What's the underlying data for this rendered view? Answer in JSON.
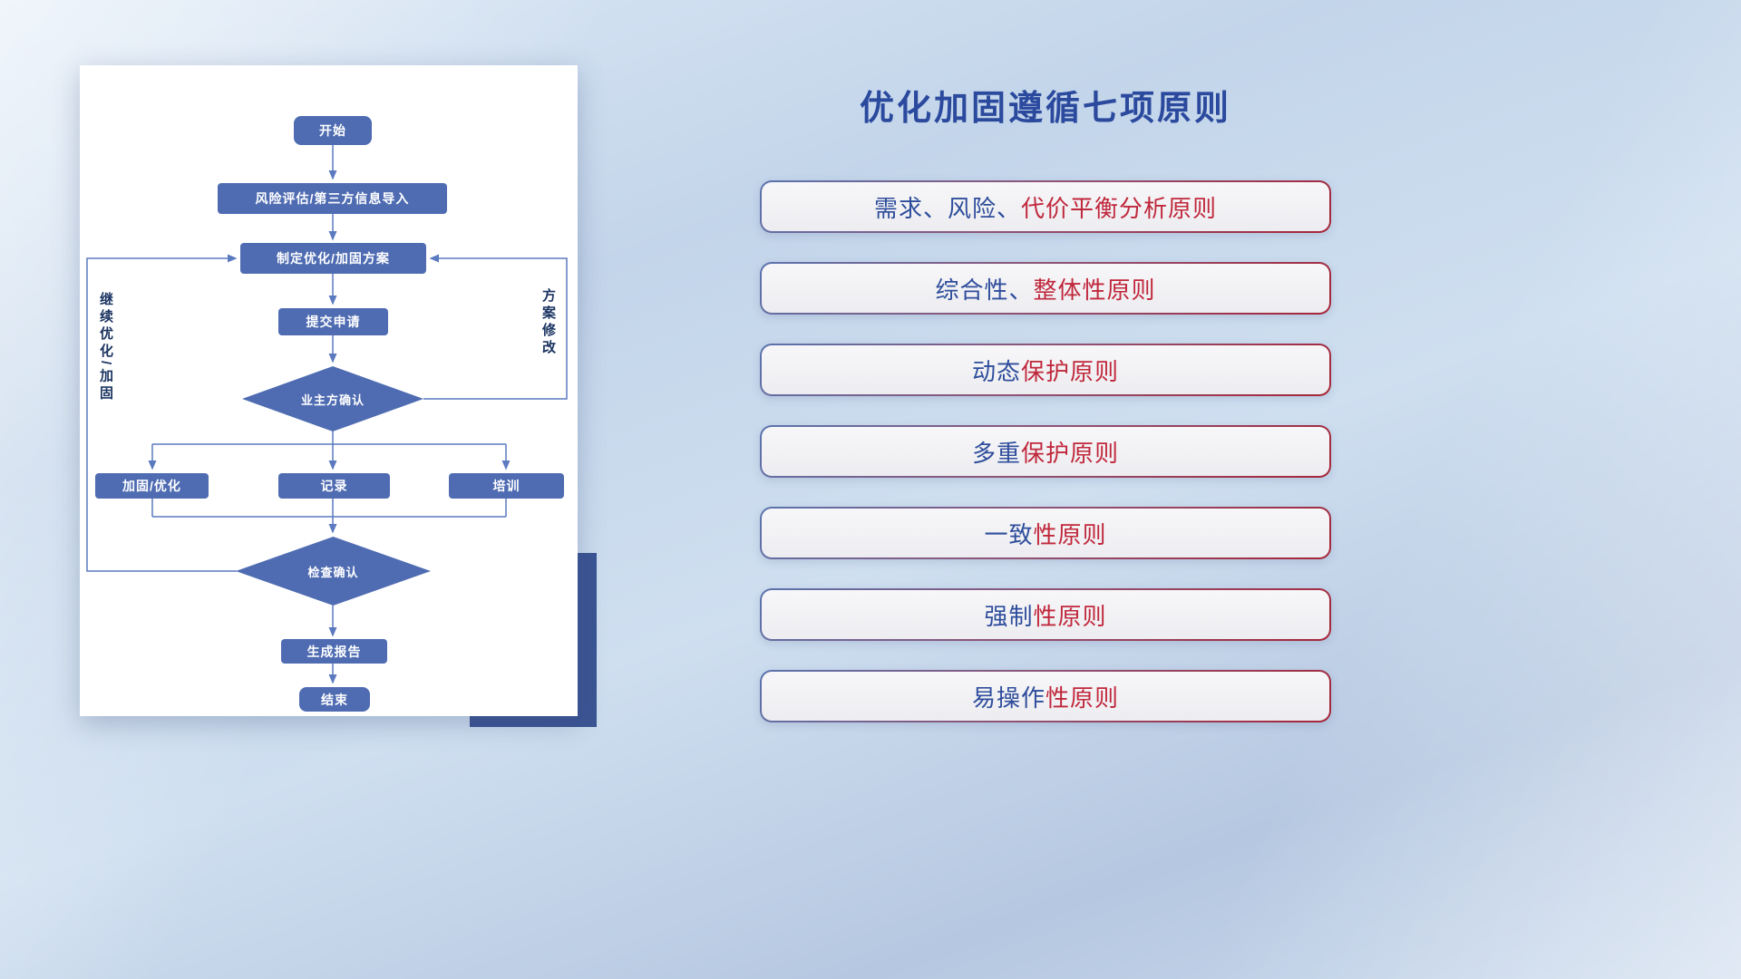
{
  "title_panel": {
    "title": "优化加固遵循七项原则",
    "principles": [
      {
        "blue": "需求、风险、",
        "red": "代价平衡分析原则"
      },
      {
        "blue": "综合性、",
        "red": "整体性原则"
      },
      {
        "blue": "动态",
        "red": "保护原则"
      },
      {
        "blue": "多重",
        "red": "保护原则"
      },
      {
        "blue": "一致",
        "red": "性原则"
      },
      {
        "blue": "强制",
        "red": "性原则"
      },
      {
        "blue": "易操作",
        "red": "性原则"
      }
    ],
    "accent_colors": {
      "blue": "#2e4d9b",
      "red": "#c0283c"
    }
  },
  "flowchart": {
    "nodes": {
      "start": "开始",
      "risk_import": "风险评估/第三方信息导入",
      "make_plan": "制定优化/加固方案",
      "submit": "提交申请",
      "owner_confirm": "业主方确认",
      "harden": "加固/优化",
      "record": "记录",
      "training": "培训",
      "check_confirm": "检查确认",
      "report": "生成报告",
      "end": "结束"
    },
    "edge_labels": {
      "continue_loop": "继续优化/加固",
      "modify_loop": "方案修改"
    },
    "node_color": "#4f6cb2",
    "connector_color": "#5b7abf"
  }
}
